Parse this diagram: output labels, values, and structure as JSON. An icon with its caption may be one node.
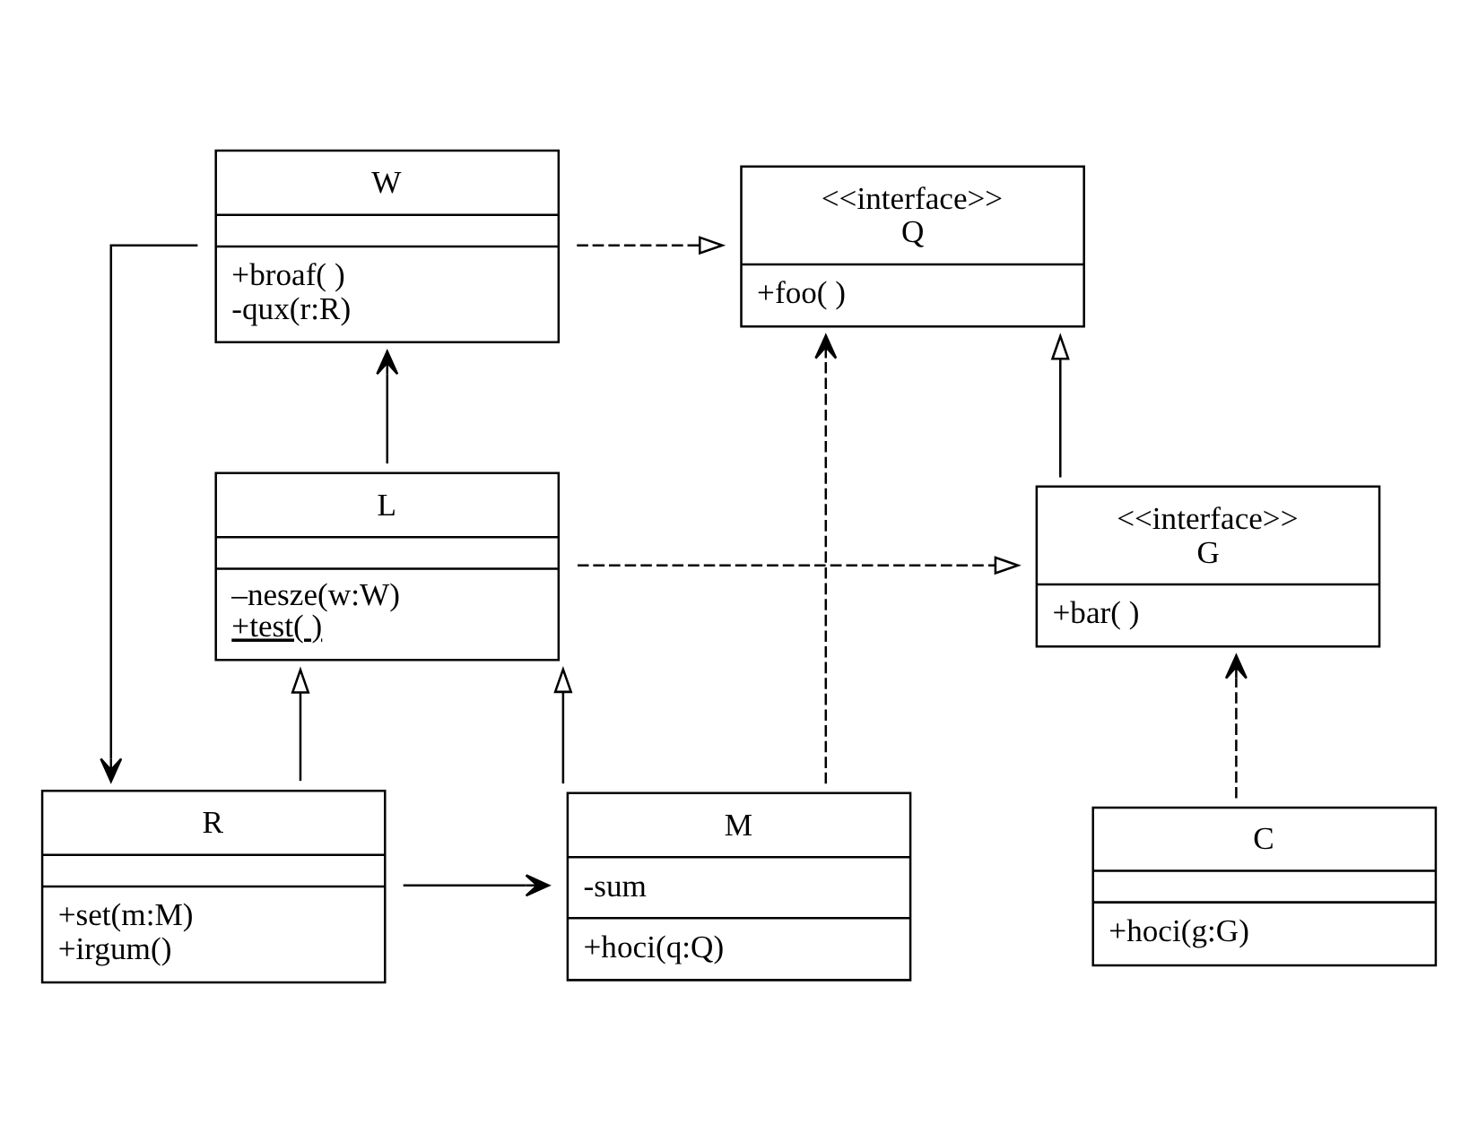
{
  "diagram": {
    "nodes": [
      {
        "text": [
          "<<interface>>",
          "Q",
          "+foo( )"
        ]
      },
      {
        "text": [
          "W",
          "+broaf( )",
          "-qux(r:R)"
        ]
      },
      {
        "text": [
          "<<interface>>",
          "G",
          "+bar( )"
        ]
      },
      {
        "text": [
          "L",
          "–nesze(w:W)",
          "+test( )"
        ]
      },
      {
        "text": [
          "C",
          "+hoci(g:G)"
        ]
      },
      {
        "text": [
          "M",
          "-sum",
          "+hoci(q:Q)"
        ]
      },
      {
        "text": [
          "R",
          "+set(m:M)",
          "+irgum()"
        ]
      }
    ],
    "edges": [
      {
        "from": 1,
        "to": 0,
        "arrow": "to",
        "style": "dashed"
      },
      {
        "from": 2,
        "to": 0,
        "arrow": "to"
      },
      {
        "from": 3,
        "to": 2,
        "arrow": "to",
        "style": "dashed"
      },
      {
        "from": 3,
        "to": 1,
        "arrow": "to"
      },
      {
        "from": 4,
        "to": 2,
        "arrow": "to",
        "style": "dashed"
      },
      {
        "from": 5,
        "to": 3,
        "arrow": "to"
      },
      {
        "from": 6,
        "to": 3,
        "arrow": "to"
      },
      {
        "from": 6,
        "to": 5,
        "arrow": "to"
      },
      {
        "from": 1,
        "to": 6,
        "arrow": "to"
      },
      {
        "from": 5,
        "to": 0,
        "arrow": "to",
        "style": "dashed"
      }
    ]
  }
}
